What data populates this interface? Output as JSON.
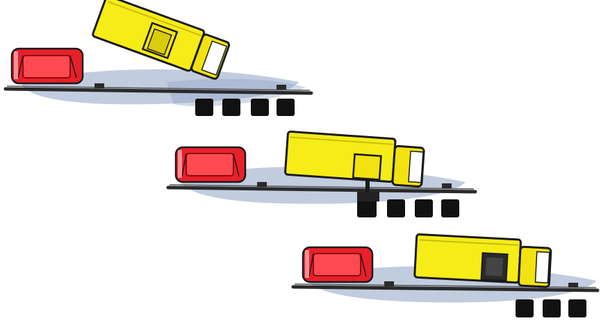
{
  "illustration": {
    "panels": [
      {
        "id": "panel-1",
        "truck_tilt_deg": 20,
        "car": "red",
        "truck": "yellow"
      },
      {
        "id": "panel-2",
        "truck_tilt_deg": 4,
        "car": "red",
        "truck": "yellow"
      },
      {
        "id": "panel-3",
        "truck_tilt_deg": 3,
        "car": "red",
        "truck": "yellow"
      }
    ],
    "colors": {
      "car_body": "#e8202a",
      "car_window": "#ff4a52",
      "truck_body": "#f6ec18",
      "truck_cab": "#f2e210",
      "outline": "#1a1a1a",
      "road": "#2a2a2a",
      "shadow": "#8ea3c4",
      "wheel": "#111111"
    }
  }
}
